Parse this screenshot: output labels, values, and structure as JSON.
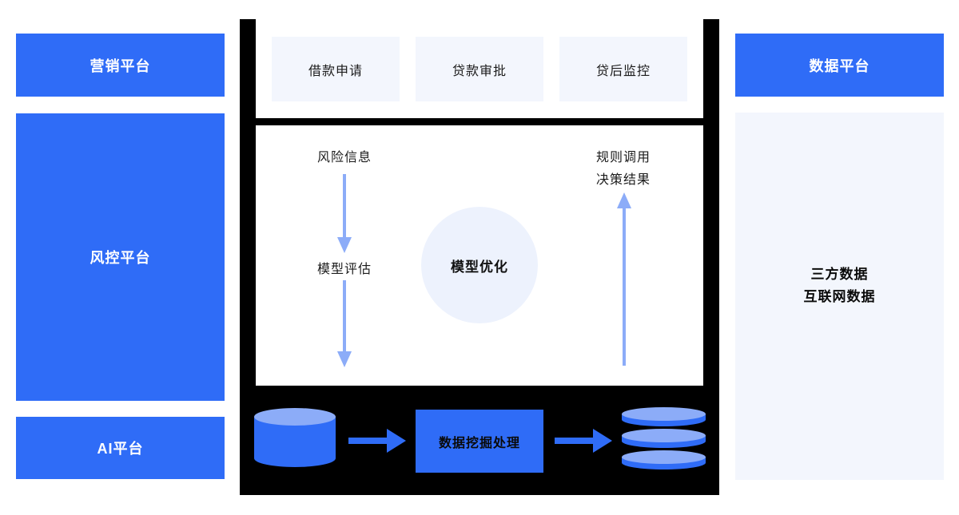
{
  "palette": {
    "primary_blue": "#2f6cf7",
    "light_blue": "#8cacf8",
    "panel_light": "#f3f6fd",
    "circle_light": "#edf2fd",
    "frame_black": "#000000"
  },
  "left_column": {
    "marketing_platform": "营销平台",
    "risk_platform": "风控平台",
    "ai_platform": "AI平台"
  },
  "center": {
    "process_boxes": [
      "借款申请",
      "贷款审批",
      "贷后监控"
    ],
    "flow": {
      "risk_info": "风险信息",
      "model_evaluation": "模型评估",
      "model_optimization": "模型优化",
      "rule_invoke": "规则调用",
      "decision_result": "决策结果"
    },
    "pipeline": {
      "processing_box": "数据挖掘处理"
    }
  },
  "right_column": {
    "data_platform": "数据平台",
    "data_sources": [
      "三方数据",
      "互联网数据"
    ]
  }
}
